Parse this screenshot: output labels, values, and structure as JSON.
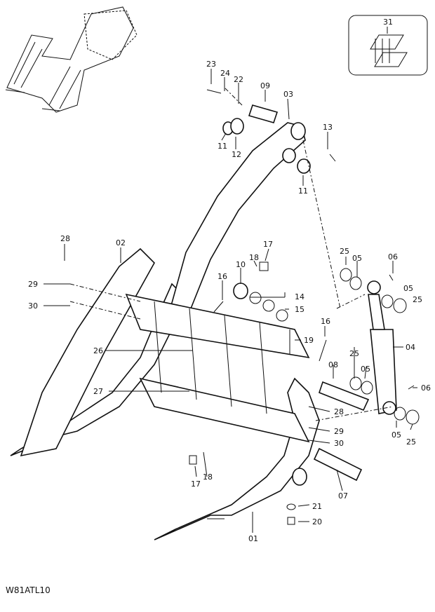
{
  "drawing_code": "W81ATL10",
  "kit_label": "31",
  "callouts": {
    "c01": "01",
    "c02": "02",
    "c03": "03",
    "c04": "04",
    "c05a": "05",
    "c05b": "05",
    "c05c": "05",
    "c05d": "05",
    "c06a": "06",
    "c06b": "06",
    "c07": "07",
    "c08": "08",
    "c09": "09",
    "c10": "10",
    "c11a": "11",
    "c11b": "11",
    "c12": "12",
    "c13": "13",
    "c14": "14",
    "c15": "15",
    "c16a": "16",
    "c16b": "16",
    "c17a": "17",
    "c17b": "17",
    "c18a": "18",
    "c18b": "18",
    "c19": "19",
    "c20": "20",
    "c21": "21",
    "c22": "22",
    "c23": "23",
    "c24": "24",
    "c25a": "25",
    "c25b": "25",
    "c25c": "25",
    "c25d": "25",
    "c26": "26",
    "c27a": "27",
    "c28a": "28",
    "c28b": "28",
    "c29a": "29",
    "c29b": "29",
    "c30a": "30",
    "c30b": "30"
  }
}
